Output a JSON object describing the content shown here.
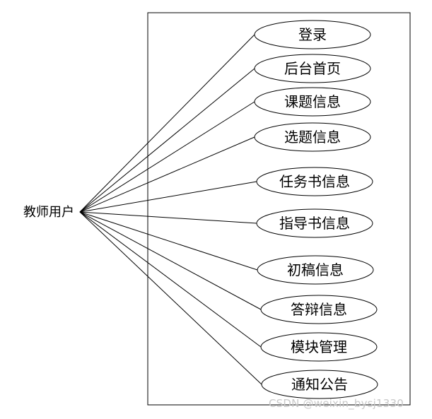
{
  "actor": {
    "label": "教师用户"
  },
  "use_cases": [
    {
      "label": "登录"
    },
    {
      "label": "后台首页"
    },
    {
      "label": "课题信息"
    },
    {
      "label": "选题信息"
    },
    {
      "label": "任务书信息"
    },
    {
      "label": "指导书信息"
    },
    {
      "label": "初稿信息"
    },
    {
      "label": "答辩信息"
    },
    {
      "label": "模块管理"
    },
    {
      "label": "通知公告"
    }
  ],
  "watermark": {
    "text": "CSDN @weixin_bysj1330"
  },
  "colors": {
    "stroke": "#000000",
    "background": "#ffffff",
    "watermark": "#c8c8c8"
  }
}
